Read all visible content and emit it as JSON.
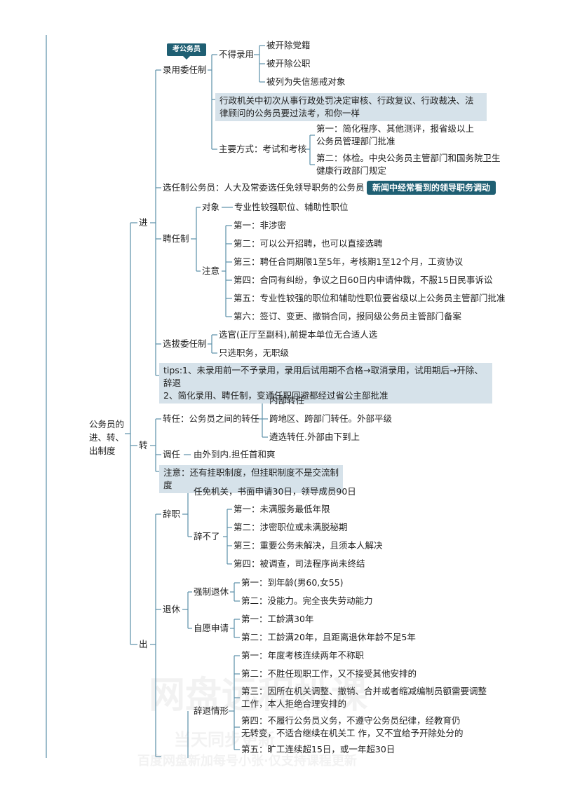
{
  "root": "公务员的进、转、出制度",
  "root_lines": [
    "公务员的",
    "进、转、",
    "出制度"
  ],
  "branches": {
    "jin": "进",
    "zhuan": "转",
    "chu": "出"
  },
  "jin": {
    "luyong": "录用委任制",
    "kao_tag": "考公务员",
    "bude": "不得录用",
    "bude_items": [
      "被开除党籍",
      "被开除公职",
      "被列为失信惩戒对象"
    ],
    "note1": [
      "行政机关中初次从事行政处罚决定审核、行政复议、行政裁决、法",
      "律顾问的公务员要过法考，和你一样"
    ],
    "zhuyao": "主要方式：考试和考核",
    "zhuyao_items": [
      [
        "第一：简化程序、其他测评，报省级以上",
        "公务员管理部门批准"
      ],
      [
        "第二：体检。中央公务员主管部门和国务院卫生",
        "健康行政部门规定"
      ]
    ],
    "xuanren": "选任制公务员：人大及常委选任免领导职务的公务员",
    "xuanren_badge": "新闻中经常看到的领导职务调动",
    "pinren": "聘任制",
    "duixiang": "对象",
    "duixiang_text": "专业性较强职位、辅助性职位",
    "zhuyi": "注意",
    "zhuyi_items": [
      "第一：非涉密",
      "第二：可以公开招聘，也可以直接选聘",
      "第三：聘任合同期限1至5年，考核期1至12个月，工资协议",
      "第四：合同有纠纷，争议之日60日内申请仲裁，不服15日民事诉讼",
      "第五：专业性较强的职位和辅助性职位要省级以上公务员主管部门批准",
      "第六：签订、变更、撤销合同，报同级公务员主管部门备案"
    ],
    "xuanba": "选拔委任制",
    "xuanba_items": [
      "选官(正厅至副科),前提本单位无合适人选",
      "只选职务，无职级"
    ],
    "tips": [
      "tips:1、未录用前一不予录用，录用后试用期不合格→取消录用，试用期后→开除、辞退",
      "2、简化录用、聘任制，变通任职回避都经过省公主部批准"
    ]
  },
  "zhuan": {
    "zhuanren": "转任：公务员之间的转任",
    "zhuanren_items": [
      "内部转任",
      "跨地区、跨部门转任。外部平级",
      "遴选转任.外部由下到上"
    ],
    "diaoren": "调任",
    "diaoren_text": "由外到内.担任首和爽",
    "note": "注意：还有挂职制度，但挂职制度不是交流制度"
  },
  "chu": {
    "cizhi": "辞职",
    "renmian": "任免机关，书面申请30日，领导成员90日",
    "cibuliao": "辞不了",
    "cibuliao_items": [
      "第一：未满服务最低年限",
      "第二：涉密职位或未满脱秘期",
      "第三：重要公务未解决，且须本人解决",
      "第四：被调查，司法程序尚未终结"
    ],
    "tuixiu": "退休",
    "qiangzhi": "强制退休",
    "qiangzhi_items": [
      "第一：到年龄(男60,女55)",
      "第二：没能力。完全丧失劳动能力"
    ],
    "ziyuan": "自愿申请",
    "ziyuan_items": [
      "第一：工龄满30年",
      "第二：工龄满20年，且距离退休年龄不足5年"
    ],
    "citui": "辞退情形",
    "citui_items": [
      [
        "第一：年度考核连续两年不称职"
      ],
      [
        "第二：不胜任现职工作，又不接受其他安排的"
      ],
      [
        "第三：因所在机关调整、撤销、合并或者缩减编制员额需要调整",
        "工作，本人拒绝合理安排的"
      ],
      [
        "第四：不履行公务员义务，不遵守公务员纪律，经教育仍",
        "无转变，不适合继续在机关工 作，又不宜给予开除处分的"
      ],
      [
        "第五：旷工连续超15日，或一年超30日"
      ]
    ]
  },
  "watermark": [
    "网盘远程扒课",
    "当天同步更新",
    "百度网盘新加每号小张·仅支持课程更新"
  ],
  "colors": {
    "line": "#5b8fa8",
    "highlight": "#d6e2ea",
    "tag": "#1f5f73"
  }
}
